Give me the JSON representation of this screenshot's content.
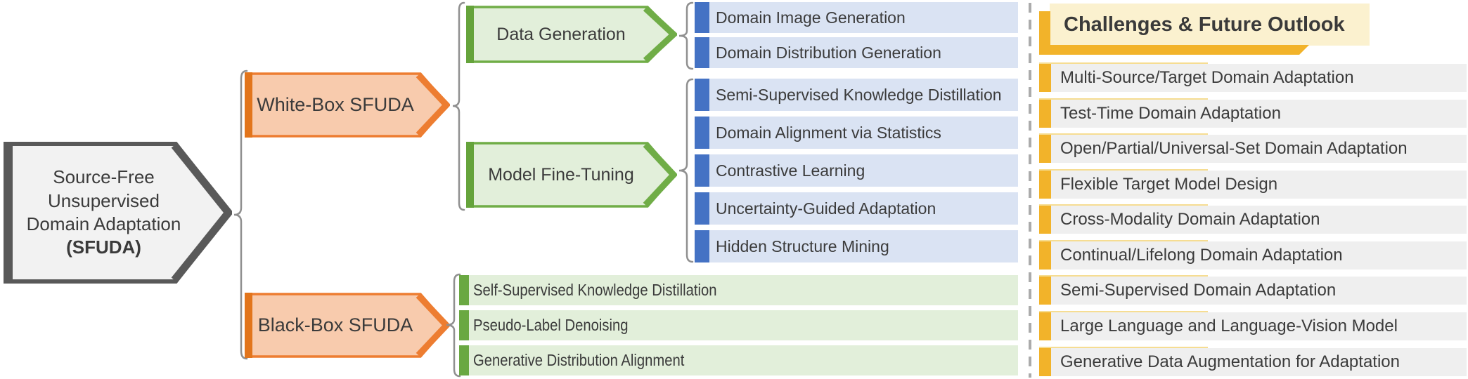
{
  "tree": {
    "root": {
      "label": "Source-Free Unsupervised Domain Adaptation",
      "abbr": "(SFUDA)"
    },
    "branches": [
      {
        "label": "White-Box SFUDA",
        "groups": [
          {
            "label": "Data Generation",
            "items": [
              "Domain Image Generation",
              "Domain Distribution Generation"
            ]
          },
          {
            "label": "Model Fine-Tuning",
            "items": [
              "Semi-Supervised Knowledge Distillation",
              "Domain Alignment via Statistics",
              "Contrastive Learning",
              "Uncertainty-Guided Adaptation",
              "Hidden Structure Mining"
            ]
          }
        ]
      },
      {
        "label": "Black-Box SFUDA",
        "items": [
          "Self-Supervised Knowledge Distillation",
          "Pseudo-Label Denoising",
          "Generative Distribution Alignment"
        ]
      }
    ]
  },
  "right_panel": {
    "title": "Challenges & Future Outlook",
    "items": [
      "Multi-Source/Target Domain Adaptation",
      "Test-Time Domain Adaptation",
      "Open/Partial/Universal-Set Domain Adaptation",
      "Flexible Target Model Design",
      "Cross-Modality Domain Adaptation",
      "Continual/Lifelong Domain Adaptation",
      "Semi-Supervised Domain Adaptation",
      "Large Language and Language-Vision Model",
      "Generative Data Augmentation for Adaptation"
    ]
  },
  "colors": {
    "root_fill": "#f2f2f2",
    "root_border": "#595959",
    "branch_fill": "#f8cbad",
    "branch_border": "#ed7d31",
    "branch_bar": "#e2751c",
    "group_fill": "#e2efda",
    "group_border": "#70ad47",
    "group_bar": "#65a33b",
    "leaf_blue_fill": "#dae3f3",
    "leaf_blue_bar": "#4472c4",
    "leaf_green_fill": "#e2efda",
    "leaf_green_bar": "#6aa842",
    "panel_item_fill": "#efefef",
    "panel_accent": "#f2b32a",
    "panel_header_fill": "#fbf1cf",
    "connector": "#909090",
    "divider": "#ababab",
    "text": "#3b3b3b"
  }
}
